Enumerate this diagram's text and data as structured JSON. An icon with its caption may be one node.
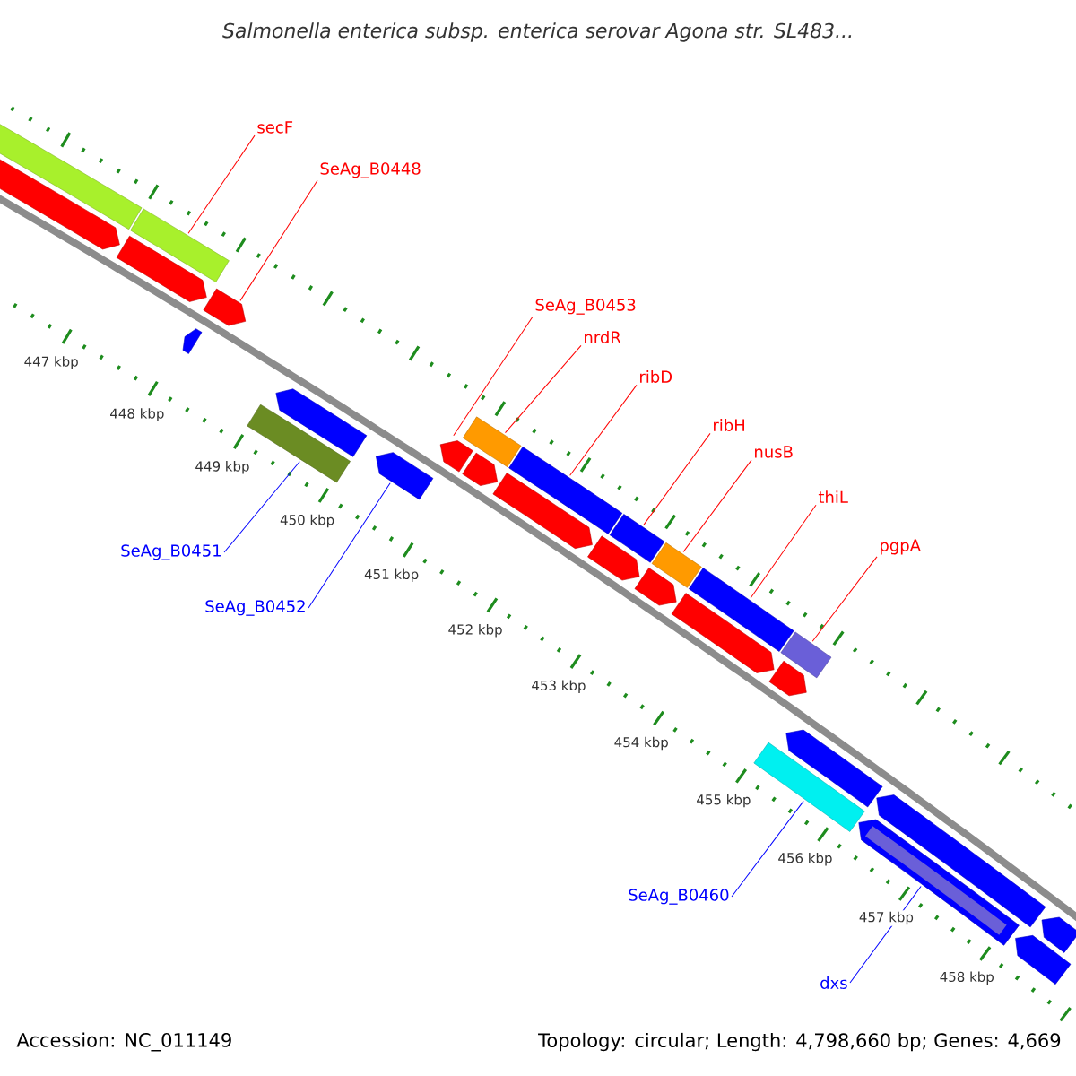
{
  "diagram": {
    "title": "Salmonella enterica subsp. enterica serovar Agona str. SL483...",
    "nodes": [
      {
        "text": [
          "secF"
        ]
      },
      {
        "text": [],
        "shape": "bar"
      },
      {
        "text": [
          "SeAg_B0448"
        ]
      },
      {
        "text": [],
        "shape": "bar"
      },
      {
        "text": [
          "SeAg_B0451"
        ]
      },
      {
        "text": [],
        "shape": "bar"
      },
      {
        "text": [
          "SeAg_B0452"
        ]
      },
      {
        "text": [],
        "shape": "bar"
      },
      {
        "text": [
          "SeAg_B0453"
        ]
      },
      {
        "text": [],
        "shape": "bar"
      },
      {
        "text": [
          "nrdR"
        ]
      },
      {
        "text": [],
        "shape": "bar"
      },
      {
        "text": [
          "ribD"
        ]
      },
      {
        "text": [],
        "shape": "bar"
      },
      {
        "text": [
          "ribH"
        ]
      },
      {
        "text": [],
        "shape": "bar"
      },
      {
        "text": [
          "nusB"
        ]
      },
      {
        "text": [],
        "shape": "bar"
      },
      {
        "text": [
          "thiL"
        ]
      },
      {
        "text": [],
        "shape": "bar"
      },
      {
        "text": [
          "pgpA"
        ]
      },
      {
        "text": [],
        "shape": "bar"
      },
      {
        "text": [
          "SeAg_B0460"
        ]
      },
      {
        "text": [],
        "shape": "bar"
      },
      {
        "text": [
          "dxs"
        ]
      },
      {
        "text": [],
        "shape": "bar"
      },
      {
        "text": [],
        "shape": "bar"
      },
      {
        "text": [],
        "shape": "bar"
      },
      {
        "text": [],
        "shape": "bar"
      },
      {
        "text": [],
        "shape": "bar"
      },
      {
        "text": [],
        "shape": "bar"
      },
      {
        "text": [],
        "shape": "bar"
      },
      {
        "text": [],
        "shape": "bar"
      },
      {
        "text": [],
        "shape": "bar"
      },
      {
        "text": [],
        "shape": "bar"
      },
      {
        "text": [],
        "shape": "bar"
      },
      {
        "text": [],
        "shape": "bar"
      },
      {
        "text": [],
        "shape": "bar"
      },
      {
        "text": [],
        "shape": "bar"
      },
      {
        "text": [],
        "shape": "bar"
      },
      {
        "text": [],
        "shape": "bar"
      }
    ],
    "edges": [
      {
        "from": 0,
        "to": 1,
        "arrow": "none"
      },
      {
        "from": 2,
        "to": 3,
        "arrow": "none"
      },
      {
        "from": 4,
        "to": 5,
        "arrow": "none",
        "color": "#0000ff"
      },
      {
        "from": 6,
        "to": 7,
        "arrow": "none",
        "color": "#0000ff"
      },
      {
        "from": 8,
        "to": 9,
        "arrow": "none"
      },
      {
        "from": 10,
        "to": 11,
        "arrow": "none"
      },
      {
        "from": 12,
        "to": 13,
        "arrow": "none"
      },
      {
        "from": 14,
        "to": 15,
        "arrow": "none"
      },
      {
        "from": 16,
        "to": 17,
        "arrow": "none"
      },
      {
        "from": 18,
        "to": 19,
        "arrow": "none"
      },
      {
        "from": 20,
        "to": 21,
        "arrow": "none"
      },
      {
        "from": 22,
        "to": 23,
        "arrow": "none",
        "color": "#0000ff"
      },
      {
        "from": 24,
        "to": 25,
        "arrow": "none",
        "color": "#0000ff"
      }
    ],
    "labels": [
      "447 kbp",
      "448 kbp",
      "449 kbp",
      "450 kbp",
      "451 kbp",
      "452 kbp",
      "453 kbp",
      "454 kbp",
      "455 kbp",
      "456 kbp",
      "457 kbp",
      "458 kbp",
      "Accession: NC_011149",
      "Topology: circular; Length: 4,798,660 bp; Genes: 4,669"
    ]
  }
}
